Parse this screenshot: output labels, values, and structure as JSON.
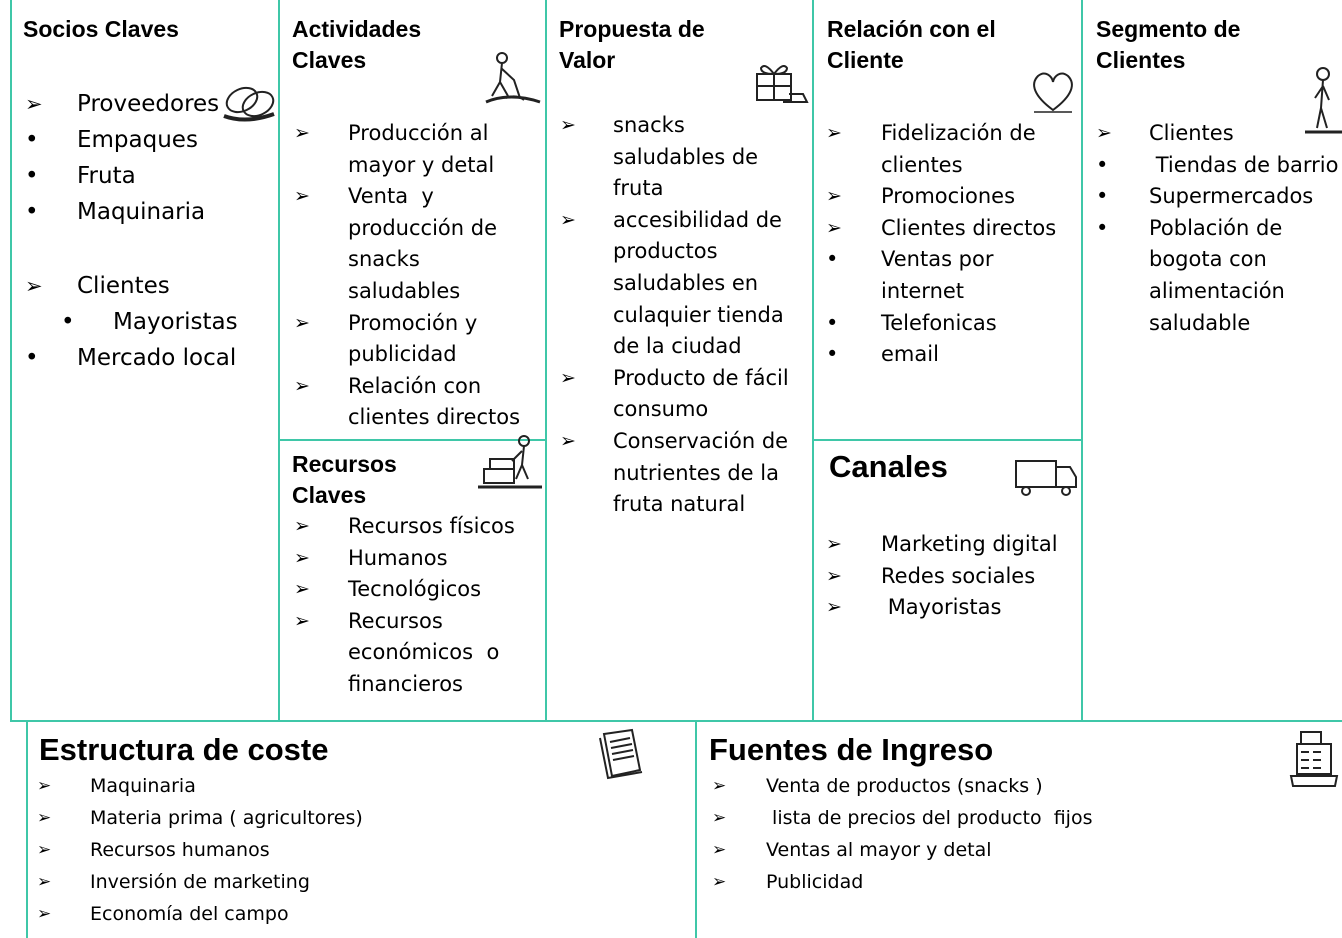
{
  "socios": {
    "title": "Socios Claves",
    "items": [
      {
        "marker": "arrow",
        "text": "Proveedores"
      },
      {
        "marker": "bullet",
        "text": "Empaques"
      },
      {
        "marker": "bullet",
        "text": "Fruta"
      },
      {
        "marker": "bullet",
        "text": "Maquinaria"
      },
      {
        "marker": "arrow",
        "text": "Clientes",
        "gap": true
      },
      {
        "marker": "bullet",
        "text": "Mayoristas",
        "indent": true
      },
      {
        "marker": "bullet",
        "text": "Mercado local"
      }
    ]
  },
  "actividades": {
    "title": "Actividades Claves",
    "items": [
      {
        "marker": "arrow",
        "text": "Producción al mayor y detal"
      },
      {
        "marker": "arrow",
        "text": "Venta  y producción de snacks saludables"
      },
      {
        "marker": "arrow",
        "text": "Promoción y publicidad"
      },
      {
        "marker": "arrow",
        "text": "Relación con clientes directos"
      }
    ]
  },
  "recursos": {
    "title": "Recursos Claves",
    "items": [
      {
        "marker": "arrow",
        "text": "Recursos físicos"
      },
      {
        "marker": "arrow",
        "text": "Humanos"
      },
      {
        "marker": "arrow",
        "text": "Tecnológicos"
      },
      {
        "marker": "arrow",
        "text": "Recursos económicos  o financieros"
      }
    ]
  },
  "propuesta": {
    "title": "Propuesta de Valor",
    "items": [
      {
        "marker": "arrow",
        "text": "snacks saludables de fruta"
      },
      {
        "marker": "arrow",
        "text": "accesibilidad de productos saludables en culaquier tienda de la ciudad"
      },
      {
        "marker": "arrow",
        "text": "Producto de fácil consumo"
      },
      {
        "marker": "arrow",
        "text": "Conservación de nutrientes de la fruta natural"
      }
    ]
  },
  "relacion": {
    "title": "Relación con el Cliente",
    "items": [
      {
        "marker": "arrow",
        "text": "Fidelización de clientes"
      },
      {
        "marker": "arrow",
        "text": "Promociones"
      },
      {
        "marker": "arrow",
        "text": "Clientes directos"
      },
      {
        "marker": "bullet",
        "text": "Ventas por internet"
      },
      {
        "marker": "bullet",
        "text": "Telefonicas"
      },
      {
        "marker": "bullet",
        "text": "email"
      }
    ]
  },
  "canales": {
    "title": "Canales",
    "items": [
      {
        "marker": "arrow",
        "text": "Marketing digital"
      },
      {
        "marker": "arrow",
        "text": "Redes sociales"
      },
      {
        "marker": "arrow",
        "text": " Mayoristas"
      }
    ]
  },
  "segmento": {
    "title": "Segmento de Clientes",
    "items": [
      {
        "marker": "arrow",
        "text": "Clientes"
      },
      {
        "marker": "bullet",
        "text": " Tiendas de barrio"
      },
      {
        "marker": "bullet",
        "text": "Supermercados"
      },
      {
        "marker": "bullet",
        "text": "Población de bogota con alimentación saludable"
      }
    ]
  },
  "costes": {
    "title": "Estructura de coste",
    "items": [
      {
        "marker": "arrow",
        "text": "Maquinaria"
      },
      {
        "marker": "arrow",
        "text": "Materia prima ( agricultores)"
      },
      {
        "marker": "arrow",
        "text": "Recursos humanos"
      },
      {
        "marker": "arrow",
        "text": "Inversión de marketing"
      },
      {
        "marker": "arrow",
        "text": "Economía del campo"
      }
    ]
  },
  "ingresos": {
    "title": "Fuentes de Ingreso",
    "items": [
      {
        "marker": "arrow",
        "text": "Venta de productos (snacks )"
      },
      {
        "marker": "arrow",
        "text": " lista de precios del producto  fijos"
      },
      {
        "marker": "arrow",
        "text": "Ventas al mayor y detal"
      },
      {
        "marker": "arrow",
        "text": "Publicidad"
      }
    ]
  },
  "colors": {
    "border": "#3fc7a8",
    "text": "#000000"
  },
  "icons": {
    "socios": "chain-links-icon",
    "actividades": "digging-worker-icon",
    "recursos": "worker-with-crates-icon",
    "propuesta": "gift-box-icon",
    "relacion": "heart-icon",
    "canales": "delivery-truck-icon",
    "segmento": "standing-customer-icon",
    "costes": "receipt-icon",
    "ingresos": "cash-register-icon"
  }
}
